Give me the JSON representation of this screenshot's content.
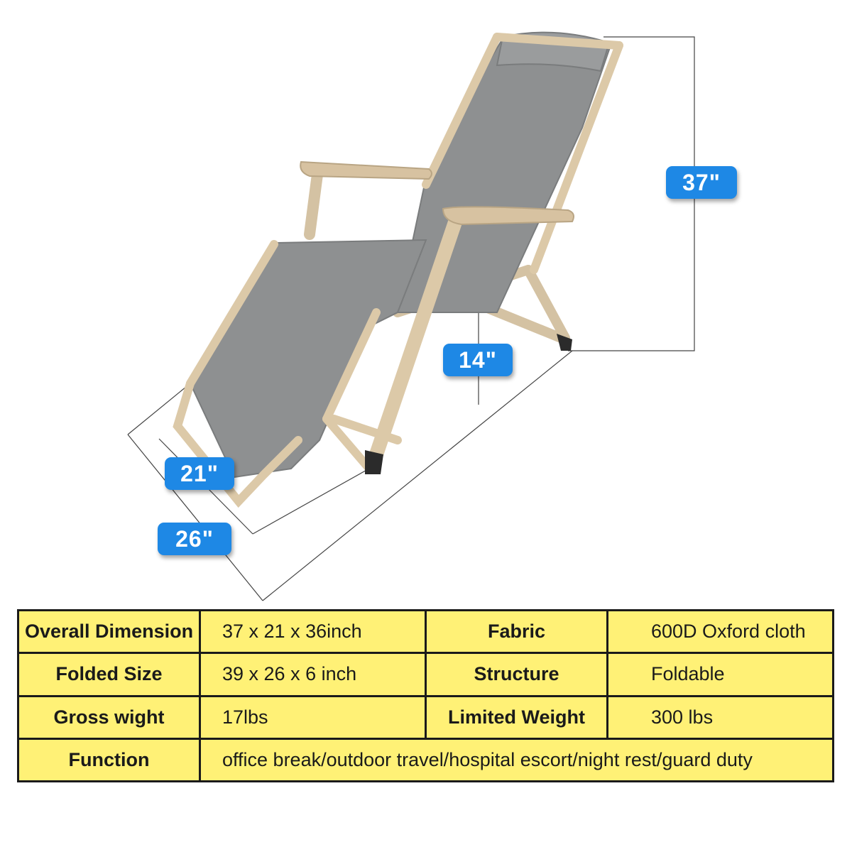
{
  "product": {
    "colors": {
      "fabric": "#8e9091",
      "frame": "#dcc9a8",
      "armrest": "#d7c2a1",
      "label_bg": "#1e88e5",
      "table_bg": "#fff176"
    },
    "dimension_labels": {
      "height": "37\"",
      "seat_height": "14\"",
      "width_inner": "21\"",
      "width_outer": "26\""
    }
  },
  "specs": {
    "rows": [
      {
        "label": "Overall Dimension",
        "value": "37 x 21 x 36inch",
        "label2": "Fabric",
        "value2": "600D Oxford cloth"
      },
      {
        "label": "Folded Size",
        "value": "39 x 26 x 6 inch",
        "label2": "Structure",
        "value2": "Foldable"
      },
      {
        "label": "Gross wight",
        "value": "17lbs",
        "label2": "Limited Weight",
        "value2": "300 lbs"
      }
    ],
    "function": {
      "label": "Function",
      "value": "office break/outdoor travel/hospital escort/night rest/guard duty"
    }
  }
}
